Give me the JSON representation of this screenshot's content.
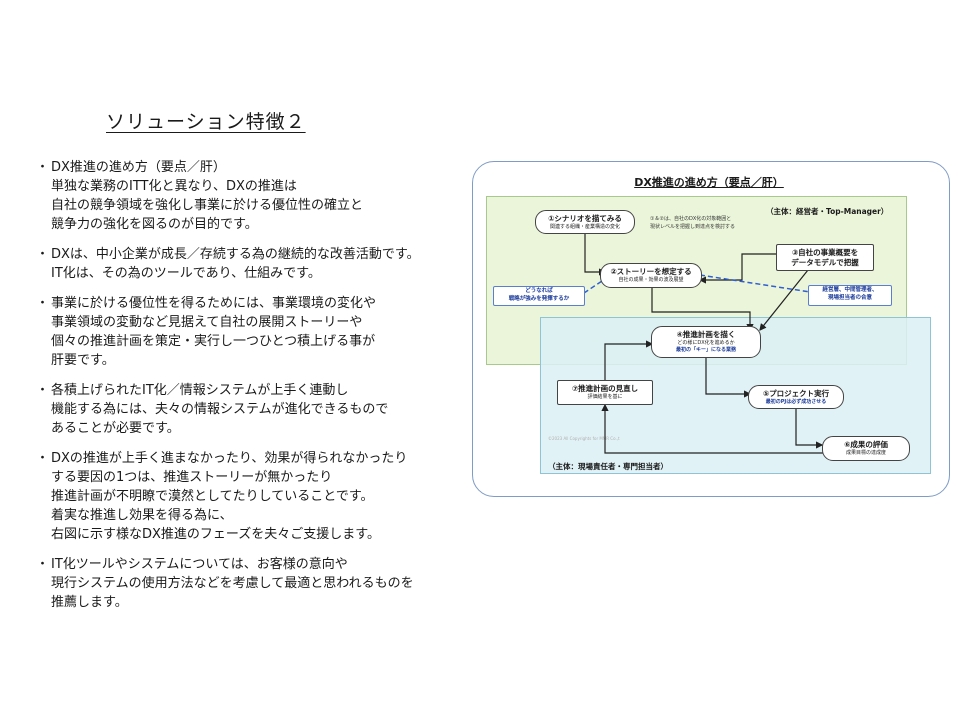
{
  "slide": {
    "title": "ソリューション特徴２"
  },
  "bullets": [
    {
      "lines": [
        "DX推進の進め方（要点／肝）",
        "単独な業務のITT化と異なり、DXの推進は",
        "自社の競争領域を強化し事業に於ける優位性の確立と",
        "競争力の強化を図るのが目的です。"
      ]
    },
    {
      "lines": [
        "DXは、中小企業が成長／存続する為の継続的な改善活動です。",
        "IT化は、その為のツールであり、仕組みです。"
      ]
    },
    {
      "lines": [
        "事業に於ける優位性を得るためには、事業環境の変化や",
        "事業領域の変動など見据えて自社の展開ストーリーや",
        "個々の推進計画を策定・実行し一つひとつ積上げる事が",
        "肝要です。"
      ]
    },
    {
      "lines": [
        "各積上げられたIT化／情報システムが上手く連動し",
        "機能する為には、夫々の情報システムが進化できるもので",
        "あることが必要です。"
      ]
    },
    {
      "lines": [
        "DXの推進が上手く進まなかったり、効果が得られなかったり",
        "する要因の1つは、推進ストーリーが無かったり",
        "推進計画が不明瞭で漠然としてたりしていることです。",
        "着実な推進し効果を得る為に、",
        "右図に示す様なDX推進のフェーズを夫々ご支援します。"
      ]
    },
    {
      "lines": [
        "IT化ツールやシステムについては、お客様の意向や",
        "現行システムの使用方法などを考慮して最適と思われるものを",
        "推薦します。"
      ]
    }
  ],
  "bullet_mark": "・",
  "diagram": {
    "title": "DX推進の進め方（要点／肝）",
    "owner_top": "（主体：経営者・Top-Manager）",
    "owner_bottom": "（主体：現場責任者・専門担当者）",
    "note": [
      "①＆②は、自社のDX化の対象範囲と",
      "現状レベルを把握し到達点を検討する"
    ],
    "copyright": "©2023  All Copyrights  for  MMR  Co.,t",
    "nodes": {
      "n1": {
        "title": "①シナリオを描てみる",
        "sub": "関連する組織・産業構造の変化"
      },
      "n2": {
        "title": "②ストーリーを想定する",
        "sub": "自社の成果・効果の波及展望"
      },
      "n3": {
        "title": "③自社の事業概要を",
        "title2": "データモデルで把握"
      },
      "n4": {
        "title": "④推進計画を描く",
        "sub": "どの様にDX化を進めるか",
        "sub2": "最初の「キー」になる業務"
      },
      "n5": {
        "title": "⑤プロジェクト実行",
        "sub": "最初のPJは必ず成功させる"
      },
      "n6": {
        "title": "⑥成果の評価",
        "sub": "成果目標の達成度"
      },
      "n7": {
        "title": "⑦推進計画の見直し",
        "sub": "評価結果を基に"
      }
    },
    "callouts": {
      "left": [
        "どうなれば",
        "戦略が強みを発揮するか"
      ],
      "right": [
        "経営層、中間管理者、",
        "現場担当者の合意"
      ]
    },
    "colors": {
      "zone_top": "#ebf5da",
      "zone_bottom": "#dcf0f6",
      "dashed_line": "#2f5fd0",
      "panel_border": "#7f9bc6"
    }
  }
}
